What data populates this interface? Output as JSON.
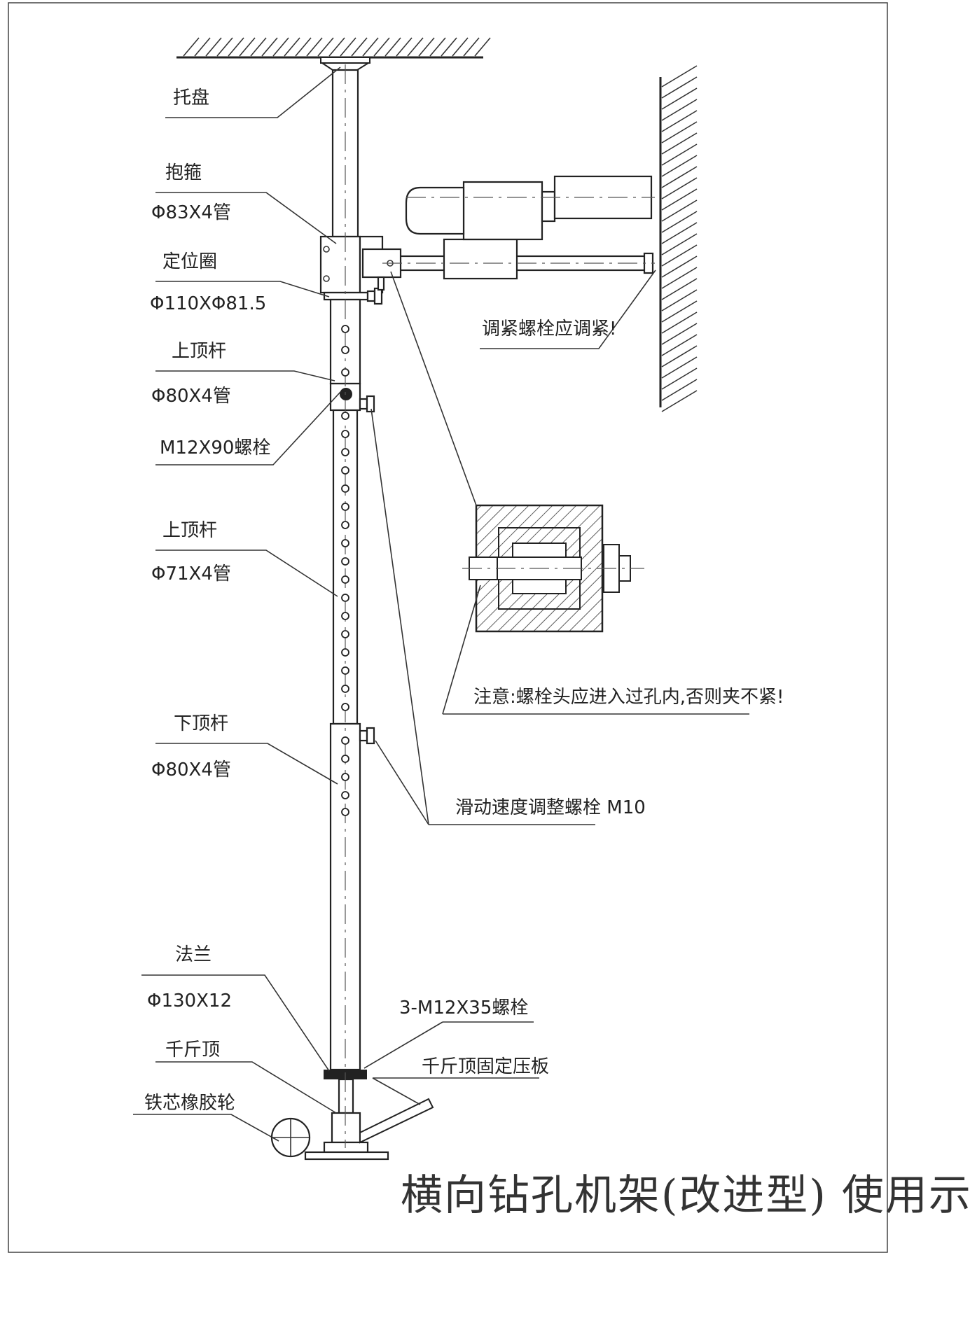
{
  "title": "横向钻孔机架(改进型) 使用示意图",
  "labels": {
    "tray": "托盘",
    "clamp": "抱箍",
    "clamp_spec": "Φ83X4管",
    "locating_ring": "定位圈",
    "locating_ring_spec": "Φ110XΦ81.5",
    "upper_rod_1": "上顶杆",
    "upper_rod_1_spec": "Φ80X4管",
    "bolt_m12x90": "M12X90螺栓",
    "upper_rod_2": "上顶杆",
    "upper_rod_2_spec": "Φ71X4管",
    "lower_rod": "下顶杆",
    "lower_rod_spec": "Φ80X4管",
    "flange": "法兰",
    "flange_spec": "Φ130X12",
    "jack": "千斤顶",
    "wheel": "铁芯橡胶轮",
    "adjust_bolt_note": "调紧螺栓应调紧!",
    "bolt_head_note": "注意:螺栓头应进入过孔内,否则夹不紧!",
    "slide_bolt": "滑动速度调整螺栓 M10",
    "flange_bolts": "3-M12X35螺栓",
    "jack_plate": "千斤顶固定压板"
  }
}
